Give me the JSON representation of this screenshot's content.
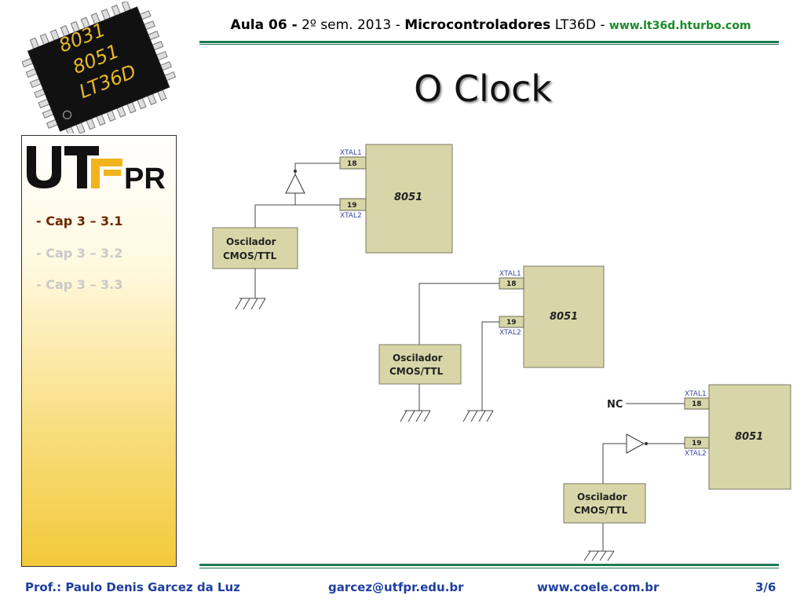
{
  "header": {
    "lesson": "Aula 06 -",
    "semester": "2º sem. 2013 -",
    "course": "Microcontroladores",
    "course_code": "LT36D -",
    "site": "www.lt36d.hturbo.com"
  },
  "chip_logo": {
    "line1": "8031",
    "line2": "8051",
    "line3": "LT36D"
  },
  "title": "O Clock",
  "sidebar": {
    "items": [
      {
        "label": "- Cap 3 – 3.1",
        "active": true
      },
      {
        "label": "- Cap 3 – 3.2",
        "active": false
      },
      {
        "label": "- Cap 3 – 3.3",
        "active": false
      }
    ]
  },
  "diagram": {
    "chip_label": "8051",
    "pin_xtal1": "XTAL1",
    "pin_xtal2": "XTAL2",
    "pin18": "18",
    "pin19": "19",
    "osc_line1": "Oscilador",
    "osc_line2": "CMOS/TTL",
    "nc_label": "NC"
  },
  "footer": {
    "prof": "Prof.: Paulo Denis Garcez da Luz",
    "email": "garcez@utfpr.edu.br",
    "web": "www.coele.com.br",
    "page": "3/6"
  },
  "colors": {
    "accent_green": "#1f7a52",
    "footer_blue": "#1f3f9f",
    "block_fill": "#d8d6a8",
    "nav_active": "#6b2800",
    "nav_inactive": "#c9c9c9"
  }
}
